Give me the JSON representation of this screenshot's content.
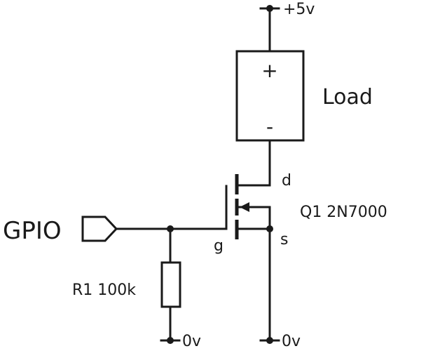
{
  "supply": {
    "label": "+5v"
  },
  "load": {
    "name": "Load",
    "plus": "+",
    "minus": "-"
  },
  "gpio": {
    "label": "GPIO"
  },
  "resistor": {
    "label": "R1 100k"
  },
  "transistor": {
    "label": "Q1 2N7000",
    "drain": "d",
    "gate": "g",
    "source": "s"
  },
  "grounds": {
    "left": "0v",
    "right": "0v"
  }
}
